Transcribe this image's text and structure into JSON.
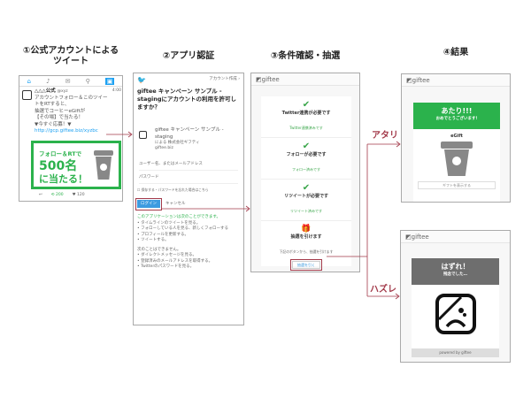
{
  "titles": {
    "step1": "①公式アカウントによる",
    "step1b": "ツイート",
    "step2": "②アプリ認証",
    "step3": "③条件確認・抽選",
    "step4": "④結果"
  },
  "tweet": {
    "account": "△△△公式",
    "handle": "@xyz",
    "time": "4:00",
    "lines": [
      "アカウントフォロー＆このツイー",
      "トをRTすると、",
      "抽選でコーヒーeGiftが",
      "【その場】で当たる！",
      "▼今すぐ応募！▼"
    ],
    "link": "http://gcp.giftee.biz/xyzbc",
    "promo1": "フォロー＆RTで",
    "promo2": "500名",
    "promo3": "に当たる！",
    "rt": "200",
    "likes": "120"
  },
  "auth": {
    "create": "アカウント作成 ›",
    "heading": "giftee キャンペーン サンプル - stagingにアカウントの利用を許可しますか？",
    "app_name": "giftee キャンペーン サンプル - staging",
    "app_by": "による 株式会社ギフティ",
    "app_url": "giftee.biz",
    "username_placeholder": "ユーザー名、またはメールアドレス",
    "password_placeholder": "パスワード",
    "remember": "保存する・パスワードを忘れた場合はこちら",
    "login": "ログイン",
    "cancel": "キャンセル",
    "can_title": "このアプリケーションは次のことができます。",
    "can": [
      "タイムラインのツイートを見る。",
      "フォローしている人を見る、新しくフォローする",
      "プロフィールを更新する。",
      "ツイートする。"
    ],
    "cannot_title": "次のことはできません。",
    "cannot": [
      "ダイレクトメッセージを見る。",
      "登録済みのメールアドレスを取得する。",
      "Twitterのパスワードを見る。"
    ]
  },
  "giftee": {
    "logo": "giftee",
    "conditions": [
      {
        "title": "Twitter連携が必要です",
        "status": "Twitter連携済みです"
      },
      {
        "title": "フォローが必要です",
        "status": "フォロー済みです"
      },
      {
        "title": "リツイートが必要です",
        "status": "リツイート済みです"
      }
    ],
    "draw_title": "抽選を引けます",
    "draw_desc": "下記のボタンから、抽選を引けます",
    "draw_button": "抽選を引く"
  },
  "win": {
    "label": "アタリ",
    "heading": "あたり!!!",
    "sub": "おめでとうございます!",
    "egift": "eGift",
    "button": "ギフトを表示する"
  },
  "lose": {
    "label": "ハズレ",
    "heading": "はずれ！",
    "sub": "残念でした…",
    "powered": "powered by giftee"
  },
  "colors": {
    "green": "#2bb24c",
    "twitter": "#1da1f2",
    "arrow": "#a33a4a",
    "gray": "#6e6e6e"
  }
}
